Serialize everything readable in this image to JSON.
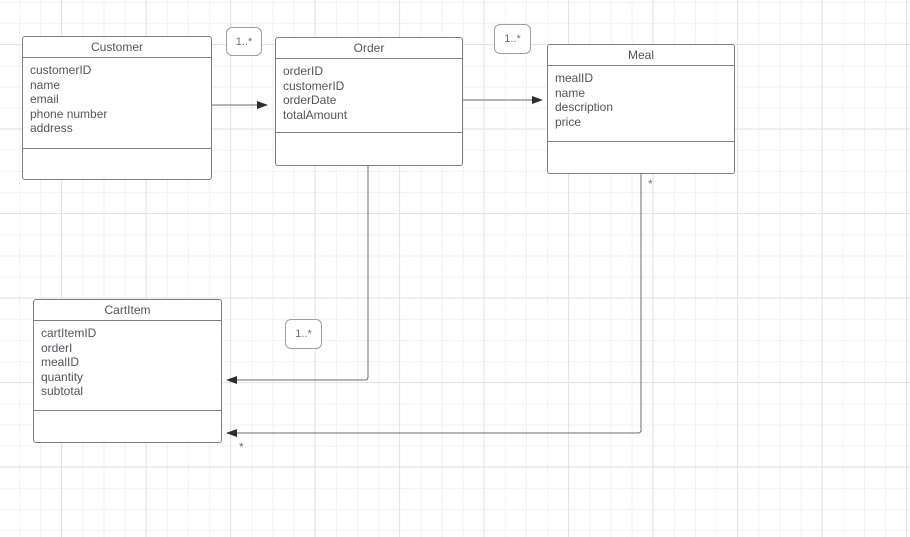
{
  "diagram": {
    "type": "uml-class-diagram",
    "classes": [
      {
        "title": "Customer",
        "attributes": [
          "customerID",
          "name",
          "email",
          "phone number",
          "address"
        ],
        "methods": []
      },
      {
        "title": "Order",
        "attributes": [
          "orderID",
          "customerID",
          "orderDate",
          "totalAmount"
        ],
        "methods": []
      },
      {
        "title": "Meal",
        "attributes": [
          "mealID",
          "name",
          "description",
          "price"
        ],
        "methods": []
      },
      {
        "title": "CartItem",
        "attributes": [
          "cartItemID",
          "orderI",
          "mealID",
          "quantity",
          "subtotal"
        ],
        "methods": []
      }
    ],
    "relationships": [
      {
        "from": "Customer",
        "to": "Order",
        "label": "1..*",
        "arrow": "filled"
      },
      {
        "from": "Order",
        "to": "Meal",
        "label": "1..*",
        "arrow": "filled"
      },
      {
        "from": "Order",
        "to": "CartItem",
        "label": "1..*",
        "arrow": "filled"
      },
      {
        "from": "Meal",
        "to": "CartItem",
        "label": "*",
        "arrow": "filled"
      }
    ],
    "multiplicity_labels": [
      {
        "text": "1..*"
      },
      {
        "text": "1..*"
      },
      {
        "text": "1..*"
      }
    ],
    "star_labels": [
      {
        "text": "*"
      },
      {
        "text": "*"
      }
    ],
    "colors": {
      "canvas_background": "#ffffff",
      "grid_minor": "#f2f2f2",
      "grid_major": "#e3e3e3",
      "box_border": "#7a7d81",
      "box_fill": "#ffffff",
      "text": "#51555b",
      "connector": "#676b70",
      "arrowhead": "#2b2e33",
      "label_border": "#9b9ea2"
    }
  }
}
